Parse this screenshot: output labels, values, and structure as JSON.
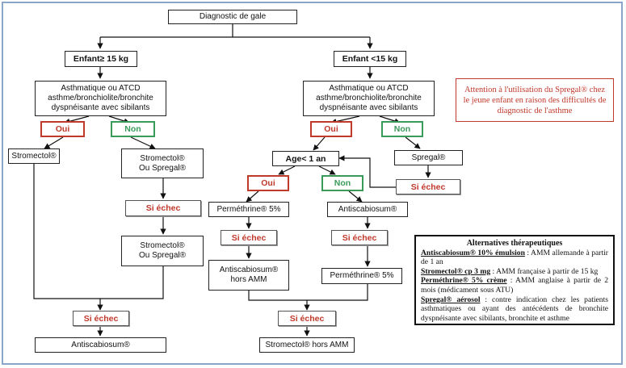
{
  "nodes": {
    "diagnostic": "Diagnostic de gale",
    "enfant_plus": "Enfant≥ 15 kg",
    "enfant_moins": "Enfant <15 kg",
    "asthme_left": "Asthmatique ou ATCD\nasthme/bronchiolite/bronchite\ndyspnéisante avec sibilants",
    "asthme_right": "Asthmatique ou ATCD\nasthme/bronchiolite/bronchite\ndyspnéisante avec sibilants",
    "oui_left": "Oui",
    "non_left": "Non",
    "oui_right": "Oui",
    "non_right": "Non",
    "stromectol_a": "Stromectol®",
    "stromectol_ou_spregal_a": "Stromectol®\nOu Spregal®",
    "si_echec_1": "Si échec",
    "stromectol_ou_spregal_b": "Stromectol®\nOu Spregal®",
    "si_echec_2": "Si échec",
    "antiscabiosum_left": "Antiscabiosum®",
    "age": "Age< 1 an",
    "spregal": "Spregal®",
    "si_echec_spregal": "Si échec",
    "oui_age": "Oui",
    "non_age": "Non",
    "permethrine_a": "Perméthrine® 5%",
    "antiscabiosum_a": "Antiscabiosum®",
    "si_echec_3": "Si échec",
    "si_echec_4": "Si échec",
    "antiscabiosum_hors": "Antiscabiosum®\nhors AMM",
    "permethrine_b": "Perméthrine® 5%",
    "si_echec_5": "Si échec",
    "stromectol_hors": "Stromectol® hors AMM"
  },
  "warning": "Attention à l'utilisation du Spregal® chez le jeune enfant en raison des difficultés de diagnostic de l'asthme",
  "alternatives": {
    "title": "Alternatives thérapeutiques",
    "items": [
      {
        "name": "Antiscabiosum® 10% émulsion",
        "text": ": AMM allemande à partir de 1 an"
      },
      {
        "name": "Stromectol® cp 3 mg",
        "text": ": AMM française à partir de 15 kg"
      },
      {
        "name": "Perméthrine® 5% crème",
        "text": ": AMM anglaise à partir de 2 mois (médicament sous ATU)"
      },
      {
        "name": "Spregal® aérosol",
        "text": ": contre indication chez les patients asthmatiques ou ayant des antécédents de bronchite dyspnéisante avec sibilants, bronchite et asthme"
      }
    ]
  }
}
